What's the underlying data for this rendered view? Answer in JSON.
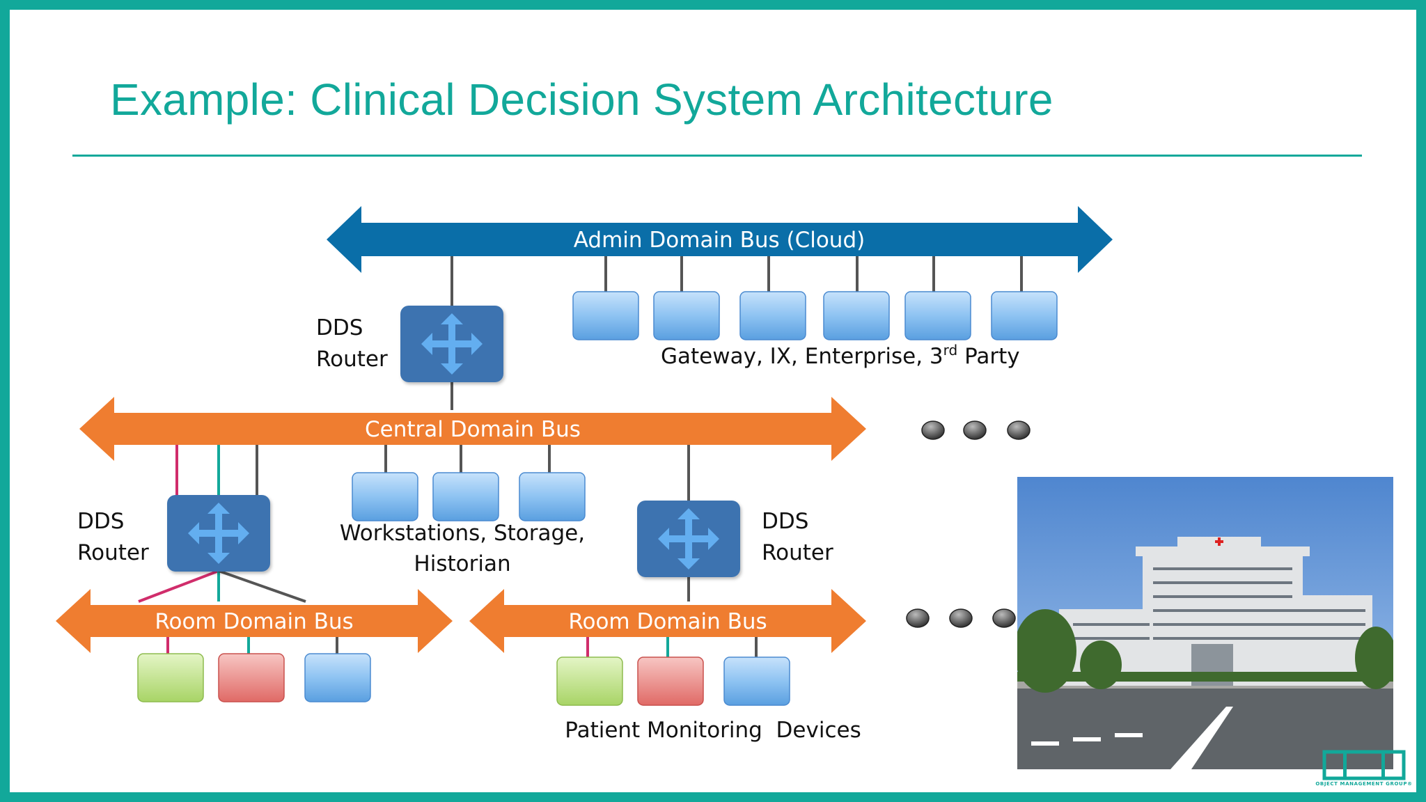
{
  "slide": {
    "title": "Example: Clinical Decision System Architecture",
    "colors": {
      "accent": "#12a89a",
      "admin_bus": "#0a6ea8",
      "domain_bus": "#ef7d30",
      "router": "#3d73b0",
      "node_blue": "#6aaee8",
      "node_green": "#b4dc7a",
      "node_red": "#e87a78",
      "link_pink": "#d02d6b",
      "link_teal": "#12a89a",
      "link_gray": "#555555"
    }
  },
  "diagram": {
    "admin_bus": {
      "label": "Admin Domain Bus (Cloud)"
    },
    "central_bus": {
      "label": "Central Domain Bus"
    },
    "room_bus_left": {
      "label": "Room Domain Bus"
    },
    "room_bus_right": {
      "label": "Room Domain Bus"
    },
    "router_top": {
      "line1": "DDS",
      "line2": "Router",
      "icon": "move-arrows-icon"
    },
    "router_left": {
      "line1": "DDS",
      "line2": "Router",
      "icon": "move-arrows-icon"
    },
    "router_right": {
      "line1": "DDS",
      "line2": "Router",
      "icon": "move-arrows-icon"
    },
    "admin_nodes": {
      "label_prefix": "Gateway, IX, Enterprise, 3",
      "label_sup": "rd",
      "label_suffix": " Party"
    },
    "central_nodes": {
      "line1": "Workstations, Storage,",
      "line2": "Historian"
    },
    "devices": {
      "label": "Patient Monitoring  Devices"
    }
  },
  "logo": {
    "text": "OBJECT MANAGEMENT GROUP®"
  }
}
